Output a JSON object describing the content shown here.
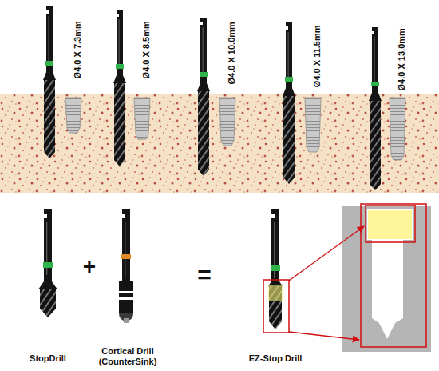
{
  "diagram": {
    "labels": [
      "Ø4.0 X 7.3mm",
      "Ø4.0 X 8.5mm",
      "Ø4.0 X 10.0mm",
      "Ø4.0 X 11.5mm",
      "Ø4.0 X 13.0mm",
      "StopDrill",
      "+",
      "Cortical Drill (CounterSink)",
      "=",
      "EZ-Stop Drill"
    ]
  }
}
